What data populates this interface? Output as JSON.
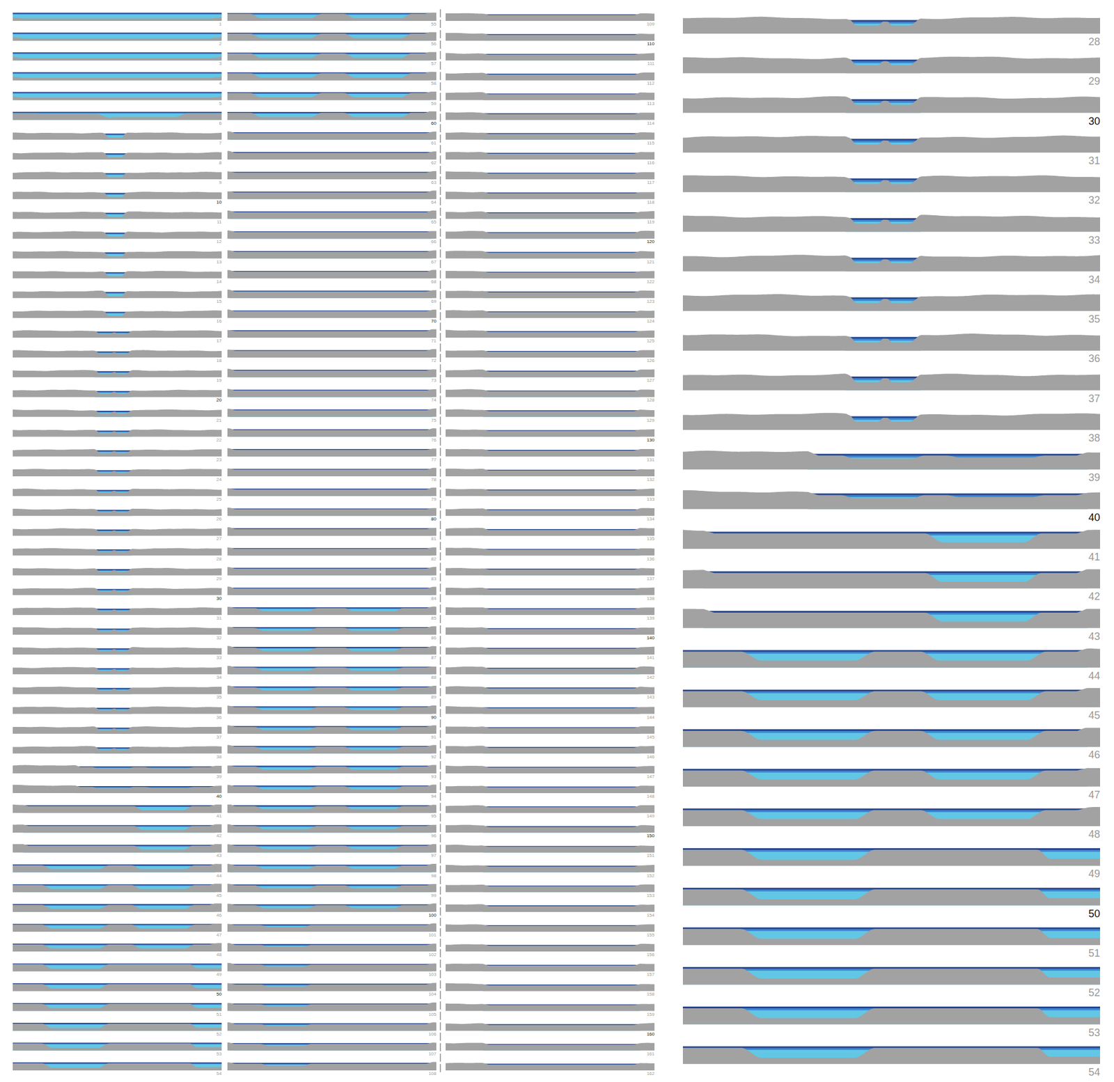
{
  "diagram": {
    "labels": [
      "1",
      "2",
      "3",
      "4",
      "5",
      "6",
      "7",
      "8",
      "9",
      "10",
      "11",
      "12",
      "13",
      "14",
      "15",
      "16",
      "17",
      "18",
      "19",
      "20",
      "21",
      "22",
      "23",
      "24",
      "25",
      "26",
      "27",
      "28",
      "29",
      "30",
      "31",
      "32",
      "33",
      "34",
      "35",
      "36",
      "37",
      "38",
      "39",
      "40",
      "41",
      "42",
      "43",
      "44",
      "45",
      "46",
      "47",
      "48",
      "49",
      "50",
      "51",
      "52",
      "53",
      "54",
      "55",
      "56",
      "57",
      "58",
      "59",
      "60",
      "61",
      "62",
      "63",
      "64",
      "65",
      "66",
      "67",
      "68",
      "69",
      "70",
      "71",
      "72",
      "73",
      "74",
      "75",
      "76",
      "77",
      "78",
      "79",
      "80",
      "81",
      "82",
      "83",
      "84",
      "85",
      "86",
      "87",
      "88",
      "89",
      "90",
      "91",
      "92",
      "93",
      "94",
      "95",
      "96",
      "97",
      "98",
      "99",
      "100",
      "101",
      "102",
      "103",
      "104",
      "105",
      "106",
      "107",
      "108",
      "109",
      "110",
      "111",
      "112",
      "113",
      "114",
      "115",
      "116",
      "117",
      "118",
      "119",
      "120",
      "121",
      "122",
      "123",
      "124",
      "125",
      "126",
      "127",
      "128",
      "129",
      "130",
      "131",
      "132",
      "133",
      "134",
      "135",
      "136",
      "137",
      "138",
      "139",
      "140",
      "141",
      "142",
      "143",
      "144",
      "145",
      "146",
      "147",
      "148",
      "149",
      "150",
      "151",
      "152",
      "153",
      "154",
      "155",
      "156",
      "157",
      "158",
      "159",
      "160",
      "161",
      "162",
      "28",
      "29",
      "30",
      "31",
      "32",
      "33",
      "34",
      "35",
      "36",
      "37",
      "38",
      "39",
      "40",
      "41",
      "42",
      "43",
      "44",
      "45",
      "46",
      "47",
      "48",
      "49",
      "50",
      "51",
      "52",
      "53",
      "54"
    ]
  }
}
